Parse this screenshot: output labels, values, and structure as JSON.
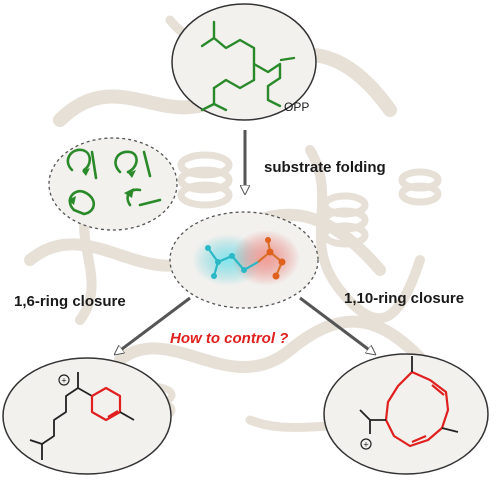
{
  "substrate": {
    "label": "OPP"
  },
  "steps": {
    "folding": "substrate folding",
    "ring16": "1,6-ring closure",
    "ring110": "1,10-ring closure",
    "question": "How to control ?"
  },
  "products": {
    "cation": "+"
  },
  "colors": {
    "skeleton": "#2a8a2a",
    "ring_highlight": "#e0201e",
    "question": "#e0201e",
    "protein": "#e8e3da",
    "ellipse_fill": "#f2f1ee",
    "text": "#1a1a1a"
  },
  "icons": [
    "protein-ribbon-background",
    "substrate-molecule-icon",
    "folding-arrows-icon",
    "enzyme-pocket-icon",
    "cation-symbol-icon"
  ]
}
